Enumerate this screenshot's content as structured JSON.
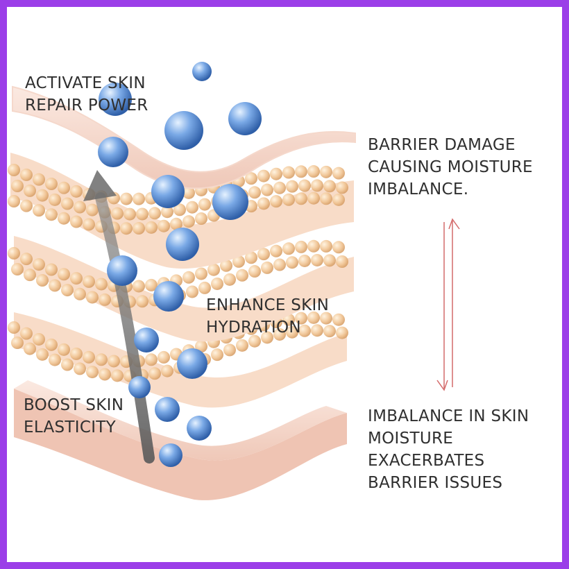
{
  "labels": {
    "activate": [
      "ACTIVATE SKIN",
      "REPAIR POWER"
    ],
    "enhance": [
      "ENHANCE SKIN",
      "HYDRATION"
    ],
    "boost": [
      "BOOST SKIN",
      "ELASTICITY"
    ],
    "barrier_damage": [
      "BARRIER DAMAGE",
      "CAUSING MOISTURE",
      "IMBALANCE."
    ],
    "imbalance": [
      "IMBALANCE IN SKIN",
      "MOISTURE",
      "EXACERBATES",
      "BARRIER ISSUES"
    ]
  },
  "colors": {
    "frame": "#9b3ee8",
    "skin": "#f6d9cc",
    "skin_dark": "#e9bfae",
    "cells": "#f3c79c",
    "droplet": "#5a8fd6",
    "arrow": "#d46a6a"
  }
}
